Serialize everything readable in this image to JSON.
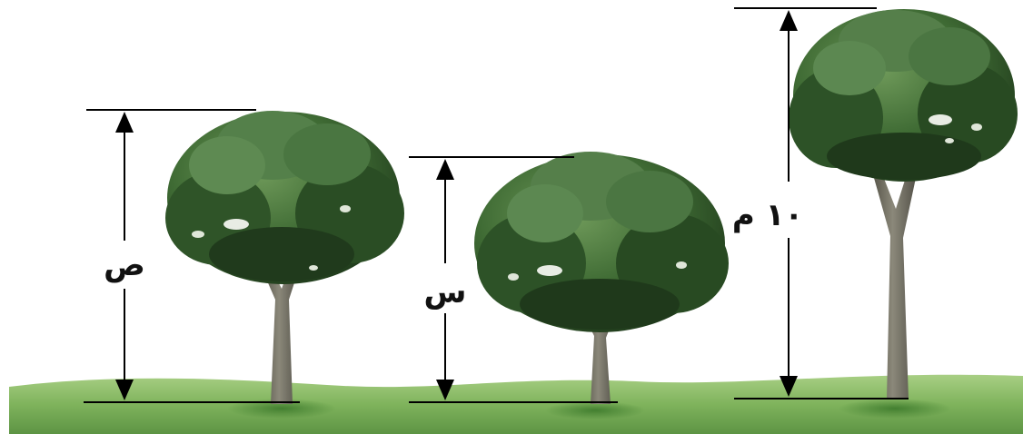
{
  "colors": {
    "sky": "#ffffff",
    "grass_light": "#8fbf68",
    "grass_dark": "#4e8a3c",
    "canopy_dark": "#24401f",
    "canopy_mid": "#3f6b34",
    "canopy_light": "#6f9a5a",
    "trunk": "#6d6a5c",
    "trunk_light": "#8b887a",
    "line": "#000000"
  },
  "labels": {
    "left_height": "ص",
    "middle_height": "س",
    "right_height": "١٠ م"
  },
  "icons": {
    "arrow_up": "arrow-up-icon",
    "arrow_down": "arrow-down-icon"
  }
}
